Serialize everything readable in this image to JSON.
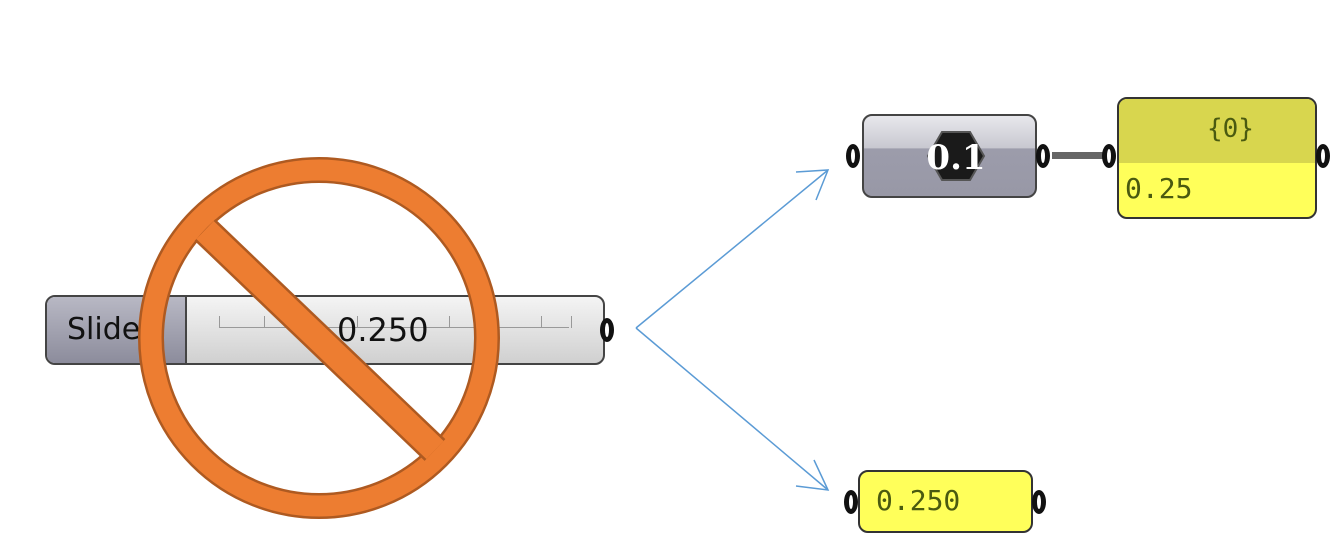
{
  "slider": {
    "label": "Slider",
    "value": "0.250"
  },
  "number_node": {
    "label": "0.1"
  },
  "panel": {
    "path": "{0}",
    "value": "0.25"
  },
  "panel_bottom": {
    "value": "0.250"
  },
  "colors": {
    "prohibit": "#ed7d31",
    "arrow": "#5b9bd5",
    "panel": "#ffff5a"
  }
}
